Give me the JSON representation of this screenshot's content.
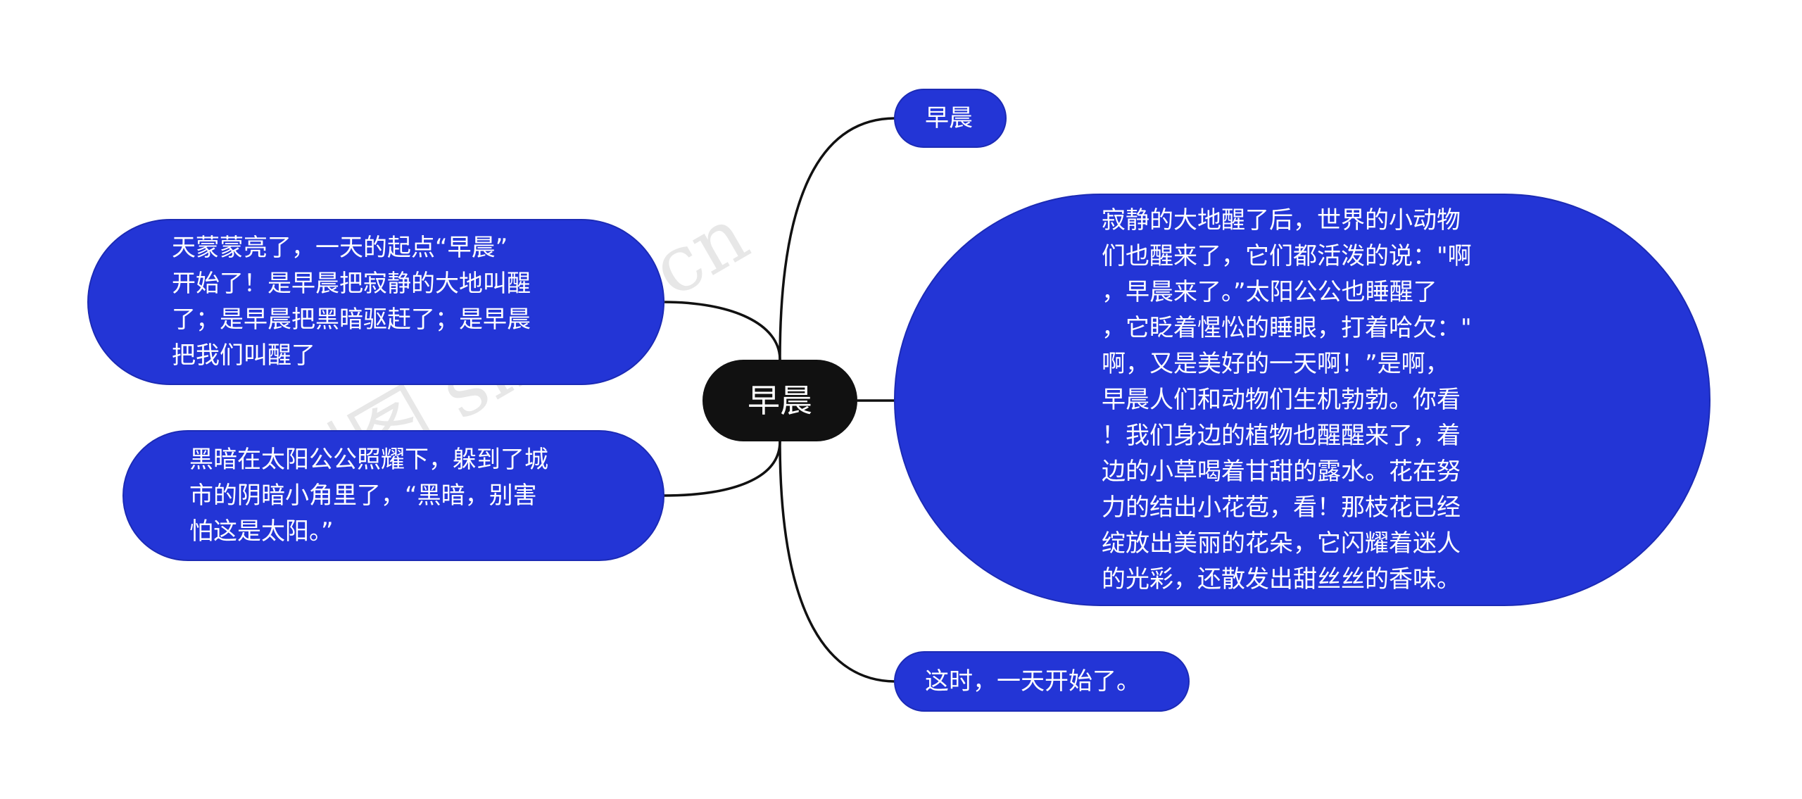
{
  "root": {
    "label": "早晨"
  },
  "branches": {
    "top": {
      "label": "早晨"
    },
    "right": {
      "lines": [
        "寂静的大地醒了后，世界的小动物",
        "们也醒来了，它们都活泼的说：\"啊",
        "，早晨来了。”太阳公公也睡醒了",
        "，它眨着惺忪的睡眼，打着哈欠：\"",
        "啊，又是美好的一天啊！”是啊，",
        "早晨人们和动物们生机勃勃。你看",
        "！我们身边的植物也醒醒来了，着",
        "边的小草喝着甘甜的露水。花在努",
        "力的结出小花苞，看！那枝花已经",
        "绽放出美丽的花朵，它闪耀着迷人",
        "的光彩，还散发出甜丝丝的香味。"
      ]
    },
    "bottom": {
      "label": "这时，一天开始了。"
    },
    "left1": {
      "lines": [
        "天蒙蒙亮了，一天的起点“早晨”",
        "开始了！是早晨把寂静的大地叫醒",
        "了；是早晨把黑暗驱赶了；是早晨",
        "把我们叫醒了"
      ]
    },
    "left2": {
      "lines": [
        "黑暗在太阳公公照耀下，躲到了城",
        "市的阴暗小角里了，“黑暗，别害",
        "怕这是太阳。”"
      ]
    }
  },
  "watermark": {
    "text1": "树图 shutu.cn",
    "text2": "shutu.cn"
  },
  "colors": {
    "node_fill": "#2335d6",
    "root_fill": "#111111",
    "connector": "#111111",
    "text": "#ffffff"
  }
}
